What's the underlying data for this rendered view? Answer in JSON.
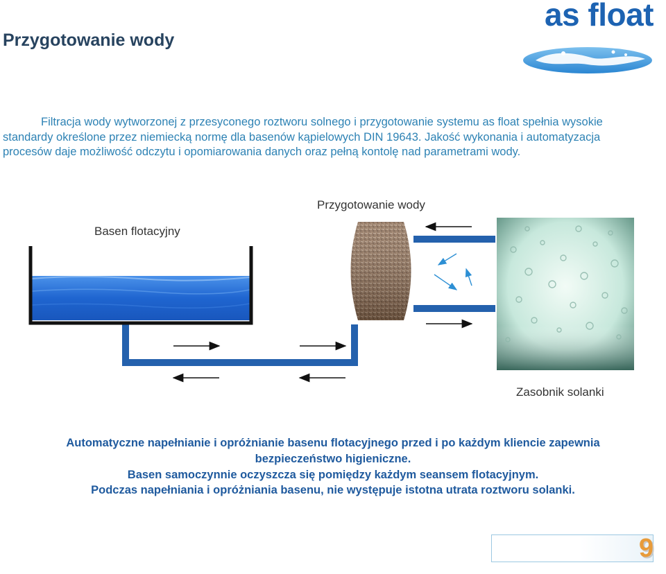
{
  "header": {
    "title": "Przygotowanie wody",
    "brand": "as float"
  },
  "intro": {
    "lines": [
      "Filtracja wody wytworzonej z przesyconego roztworu solnego i przygotowanie systemu as float spełnia wysokie",
      "standardy określone przez niemiecką  normę dla basenów kąpielowych DIN 19643. Jakość wykonania i automatyzacja",
      "procesów daje możliwość odczytu i opomiarowania danych oraz pełną kontolę nad parametrami wody."
    ]
  },
  "diagram": {
    "label_pool": "Basen flotacyjny",
    "label_filter": "Przygotowanie wody",
    "label_tank": "Zasobnik solanki",
    "colors": {
      "pipe": "#2461ad",
      "water": "#2e75d6",
      "arrow_blue": "#2d8fd4"
    }
  },
  "footer_text": {
    "lines": [
      "Automatyczne napełnianie i opróżnianie basenu flotacyjnego przed i po każdym kliencie zapewnia",
      "bezpieczeństwo higieniczne.",
      "Basen samoczynnie oczyszcza się pomiędzy każdym seansem flotacyjnym.",
      "Podczas napełniania i opróżniania basenu, nie występuje istotna utrata roztworu solanki."
    ]
  },
  "page": {
    "number": "9"
  }
}
